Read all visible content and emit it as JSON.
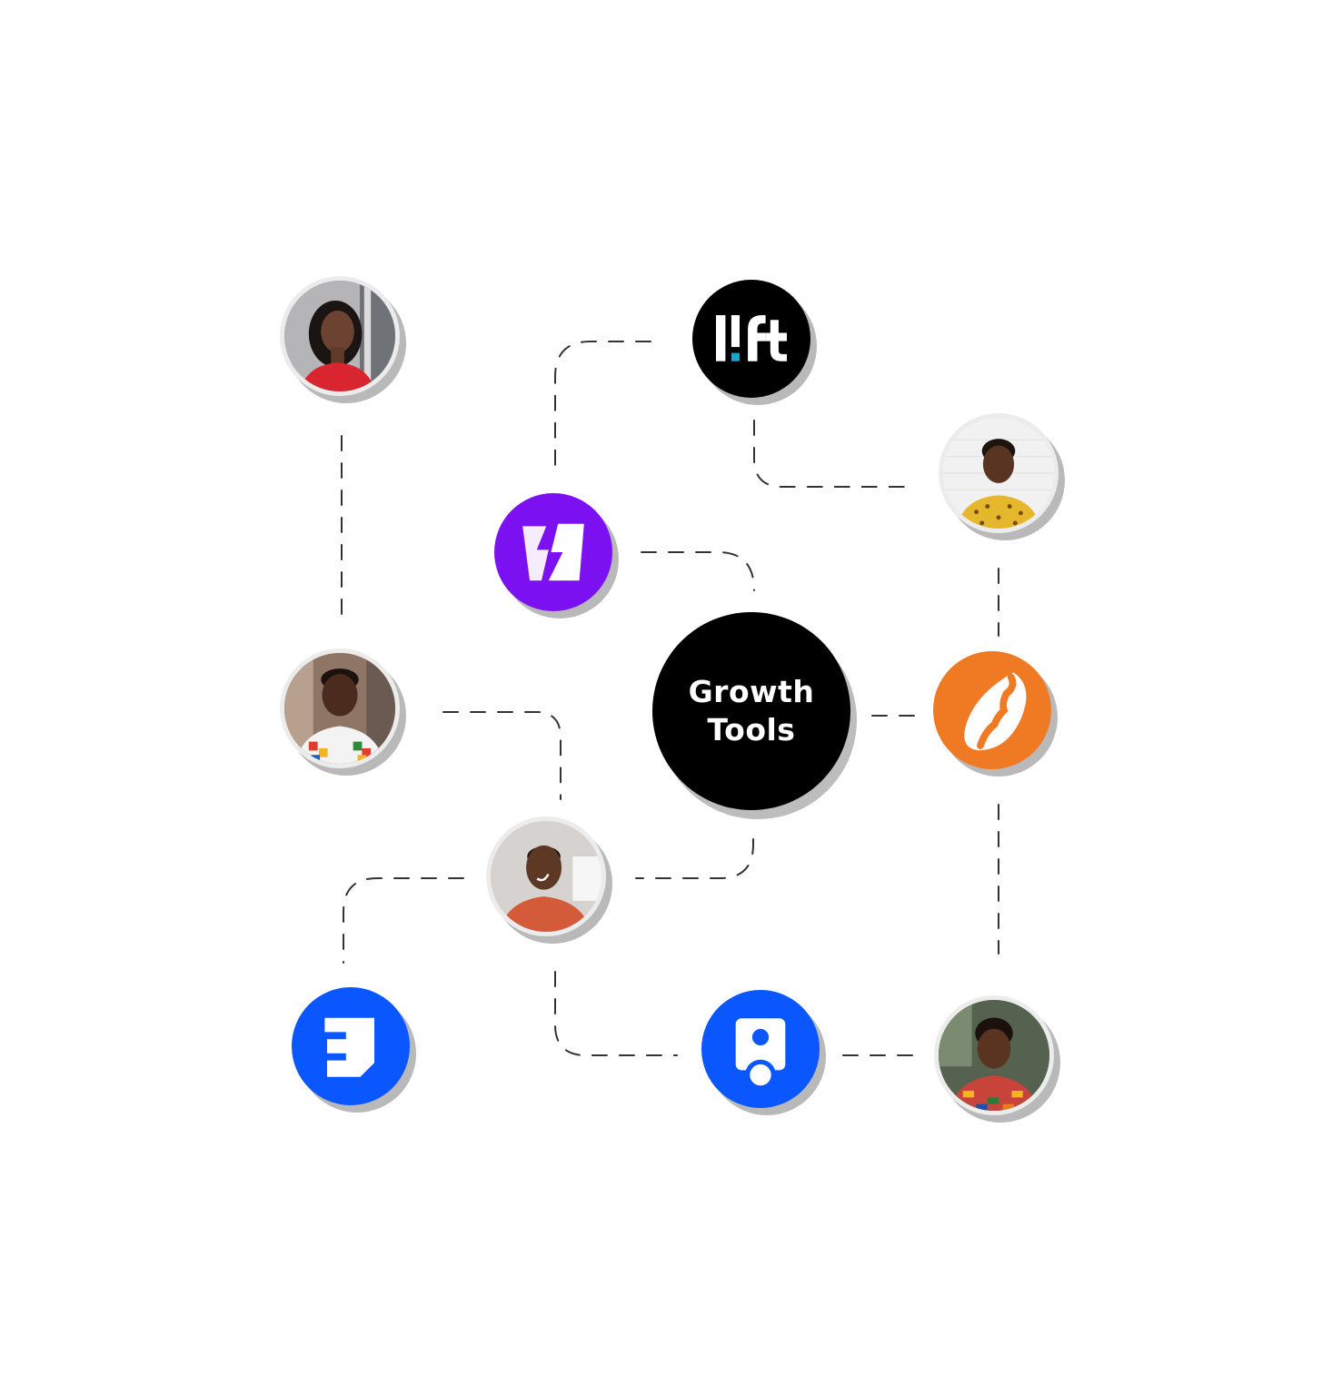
{
  "hub": {
    "label": "Growth\nTools"
  },
  "colors": {
    "connector": "#333333",
    "hub": "#000000",
    "shadow": "#b9b9b9",
    "purple": "#7b10f0",
    "orange": "#f07a23",
    "blue": "#0a57ff",
    "lift_accent": "#1aa6c9",
    "lift_dark": "#000000"
  },
  "nodes": [
    {
      "id": "avatar-woman-red-top",
      "kind": "photo",
      "icon": "person-avatar"
    },
    {
      "id": "lift-logo",
      "kind": "logo",
      "icon": "lift-logo"
    },
    {
      "id": "avatar-man-yellow-shirt",
      "kind": "photo",
      "icon": "person-avatar"
    },
    {
      "id": "purple-bolt-logo",
      "kind": "logo",
      "icon": "lightning-bolt-icon"
    },
    {
      "id": "avatar-man-patterned-shirt",
      "kind": "photo",
      "icon": "person-avatar"
    },
    {
      "id": "orange-cocoa-logo",
      "kind": "logo",
      "icon": "cocoa-pod-icon"
    },
    {
      "id": "avatar-man-orange-shirt",
      "kind": "photo",
      "icon": "person-avatar"
    },
    {
      "id": "blue-document-logo",
      "kind": "logo",
      "icon": "document-icon"
    },
    {
      "id": "blue-person-logo",
      "kind": "logo",
      "icon": "person-icon"
    },
    {
      "id": "avatar-woman-kente",
      "kind": "photo",
      "icon": "person-avatar"
    }
  ]
}
